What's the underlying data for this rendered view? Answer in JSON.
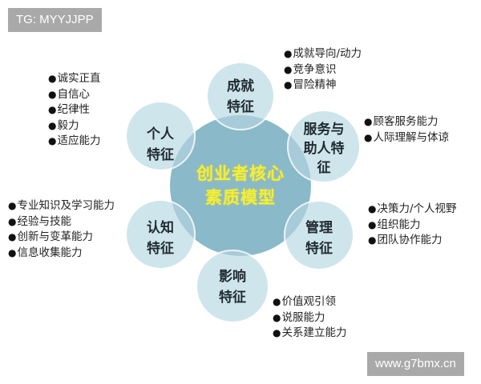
{
  "watermarks": {
    "top": "TG: MYYJJPP",
    "bottom": "www.g7bmx.cn"
  },
  "colors": {
    "center_fill": "#8ab9c9",
    "satellite_fill": "#cfe5ec",
    "overlap_fill": "#a7cbd8",
    "center_text": "#f2ee3a",
    "watermark_bg": "#a9a9a9"
  },
  "center": {
    "line1": "创业者核心",
    "line2": "素质模型"
  },
  "satellites": [
    {
      "id": "achievement",
      "line1": "成就",
      "line2": "特征",
      "line3": "",
      "items": [
        "成就导向/动力",
        "竞争意识",
        "冒险精神"
      ]
    },
    {
      "id": "personal",
      "line1": "个人",
      "line2": "特征",
      "line3": "",
      "items": [
        "诚实正直",
        "自信心",
        "纪律性",
        "毅力",
        "适应能力"
      ]
    },
    {
      "id": "service",
      "line1": "服务与",
      "line2": "助人特",
      "line3": "征",
      "items": [
        "顾客服务能力",
        "人际理解与体谅"
      ]
    },
    {
      "id": "cognitive",
      "line1": "认知",
      "line2": "特征",
      "line3": "",
      "items": [
        "专业知识及学习能力",
        "经验与技能",
        "创新与变革能力",
        "信息收集能力"
      ]
    },
    {
      "id": "management",
      "line1": "管理",
      "line2": "特征",
      "line3": "",
      "items": [
        "决策力/个人视野",
        "组织能力",
        "团队协作能力"
      ]
    },
    {
      "id": "influence",
      "line1": "影响",
      "line2": "特征",
      "line3": "",
      "items": [
        "价值观引领",
        "说服能力",
        "关系建立能力"
      ]
    }
  ]
}
